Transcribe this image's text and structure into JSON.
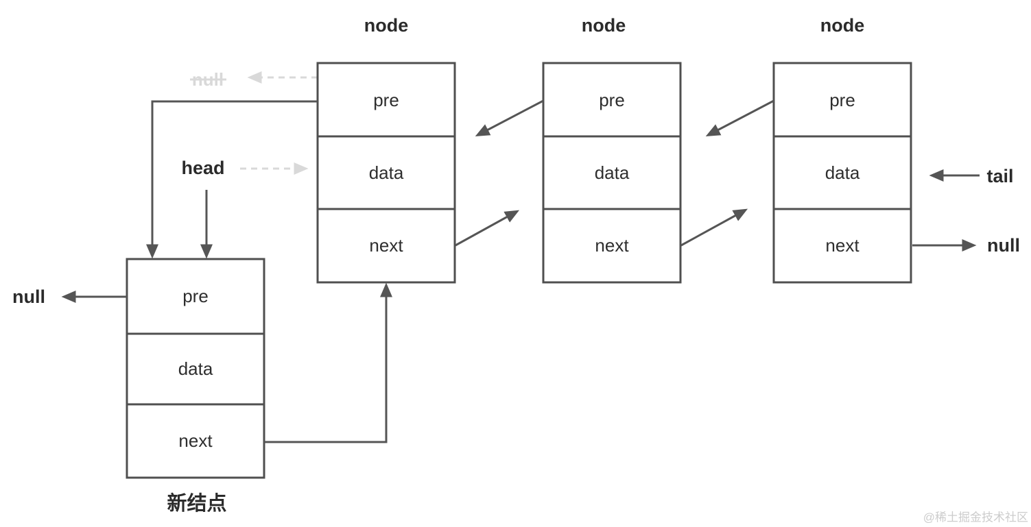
{
  "colors": {
    "box_border": "#4f4f4f",
    "arrow": "#555555",
    "text": "#2b2b2b",
    "faded_gray": "#d9d9d9",
    "watermark_gray": "#cccccc",
    "background": "#ffffff"
  },
  "nodes": [
    {
      "id": "node-1",
      "title": "node",
      "cells": {
        "pre": "pre",
        "data": "data",
        "next": "next"
      }
    },
    {
      "id": "node-2",
      "title": "node",
      "cells": {
        "pre": "pre",
        "data": "data",
        "next": "next"
      }
    },
    {
      "id": "node-3",
      "title": "node",
      "cells": {
        "pre": "pre",
        "data": "data",
        "next": "next"
      }
    },
    {
      "id": "new-node",
      "title": "新结点",
      "cells": {
        "pre": "pre",
        "data": "data",
        "next": "next"
      }
    }
  ],
  "labels": {
    "head": "head",
    "tail": "tail",
    "null_left": "null",
    "null_right": "null",
    "null_crossed": "null"
  },
  "edges": [
    {
      "from": "node-1.pre",
      "to": "new-node",
      "style": "solid"
    },
    {
      "from": "head",
      "to": "new-node",
      "style": "solid"
    },
    {
      "from": "new-node.next",
      "to": "node-1",
      "style": "solid"
    },
    {
      "from": "new-node.pre",
      "to": "null_left",
      "style": "solid"
    },
    {
      "from": "node-2.pre",
      "to": "node-1",
      "style": "solid"
    },
    {
      "from": "node-3.pre",
      "to": "node-2",
      "style": "solid"
    },
    {
      "from": "node-1.next",
      "to": "node-2",
      "style": "solid"
    },
    {
      "from": "node-2.next",
      "to": "node-3",
      "style": "solid"
    },
    {
      "from": "tail",
      "to": "node-3",
      "style": "solid"
    },
    {
      "from": "node-3.next",
      "to": "null_right",
      "style": "solid"
    },
    {
      "from": "node-1.pre",
      "to": "null_crossed",
      "style": "dashed-faded-old"
    },
    {
      "from": "head",
      "to": "node-1",
      "style": "dashed-faded-old"
    }
  ],
  "watermark": "@稀土掘金技术社区"
}
